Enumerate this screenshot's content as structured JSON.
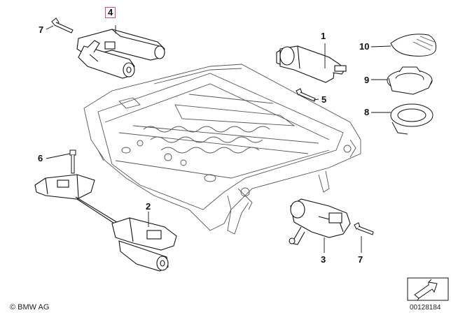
{
  "callouts": [
    {
      "id": "7a",
      "text": "7"
    },
    {
      "id": "4",
      "text": "4",
      "highlighted": true
    },
    {
      "id": "1",
      "text": "1"
    },
    {
      "id": "5",
      "text": "5"
    },
    {
      "id": "10",
      "text": "10"
    },
    {
      "id": "9",
      "text": "9"
    },
    {
      "id": "8",
      "text": "8"
    },
    {
      "id": "6",
      "text": "6"
    },
    {
      "id": "2",
      "text": "2"
    },
    {
      "id": "3",
      "text": "3"
    },
    {
      "id": "7b",
      "text": "7"
    }
  ],
  "footer": {
    "copyright": "© BMW AG",
    "document_number": "00128184"
  },
  "colors": {
    "line": "#1a1a1a",
    "highlight": "#e14b6b",
    "background": "#ffffff"
  }
}
